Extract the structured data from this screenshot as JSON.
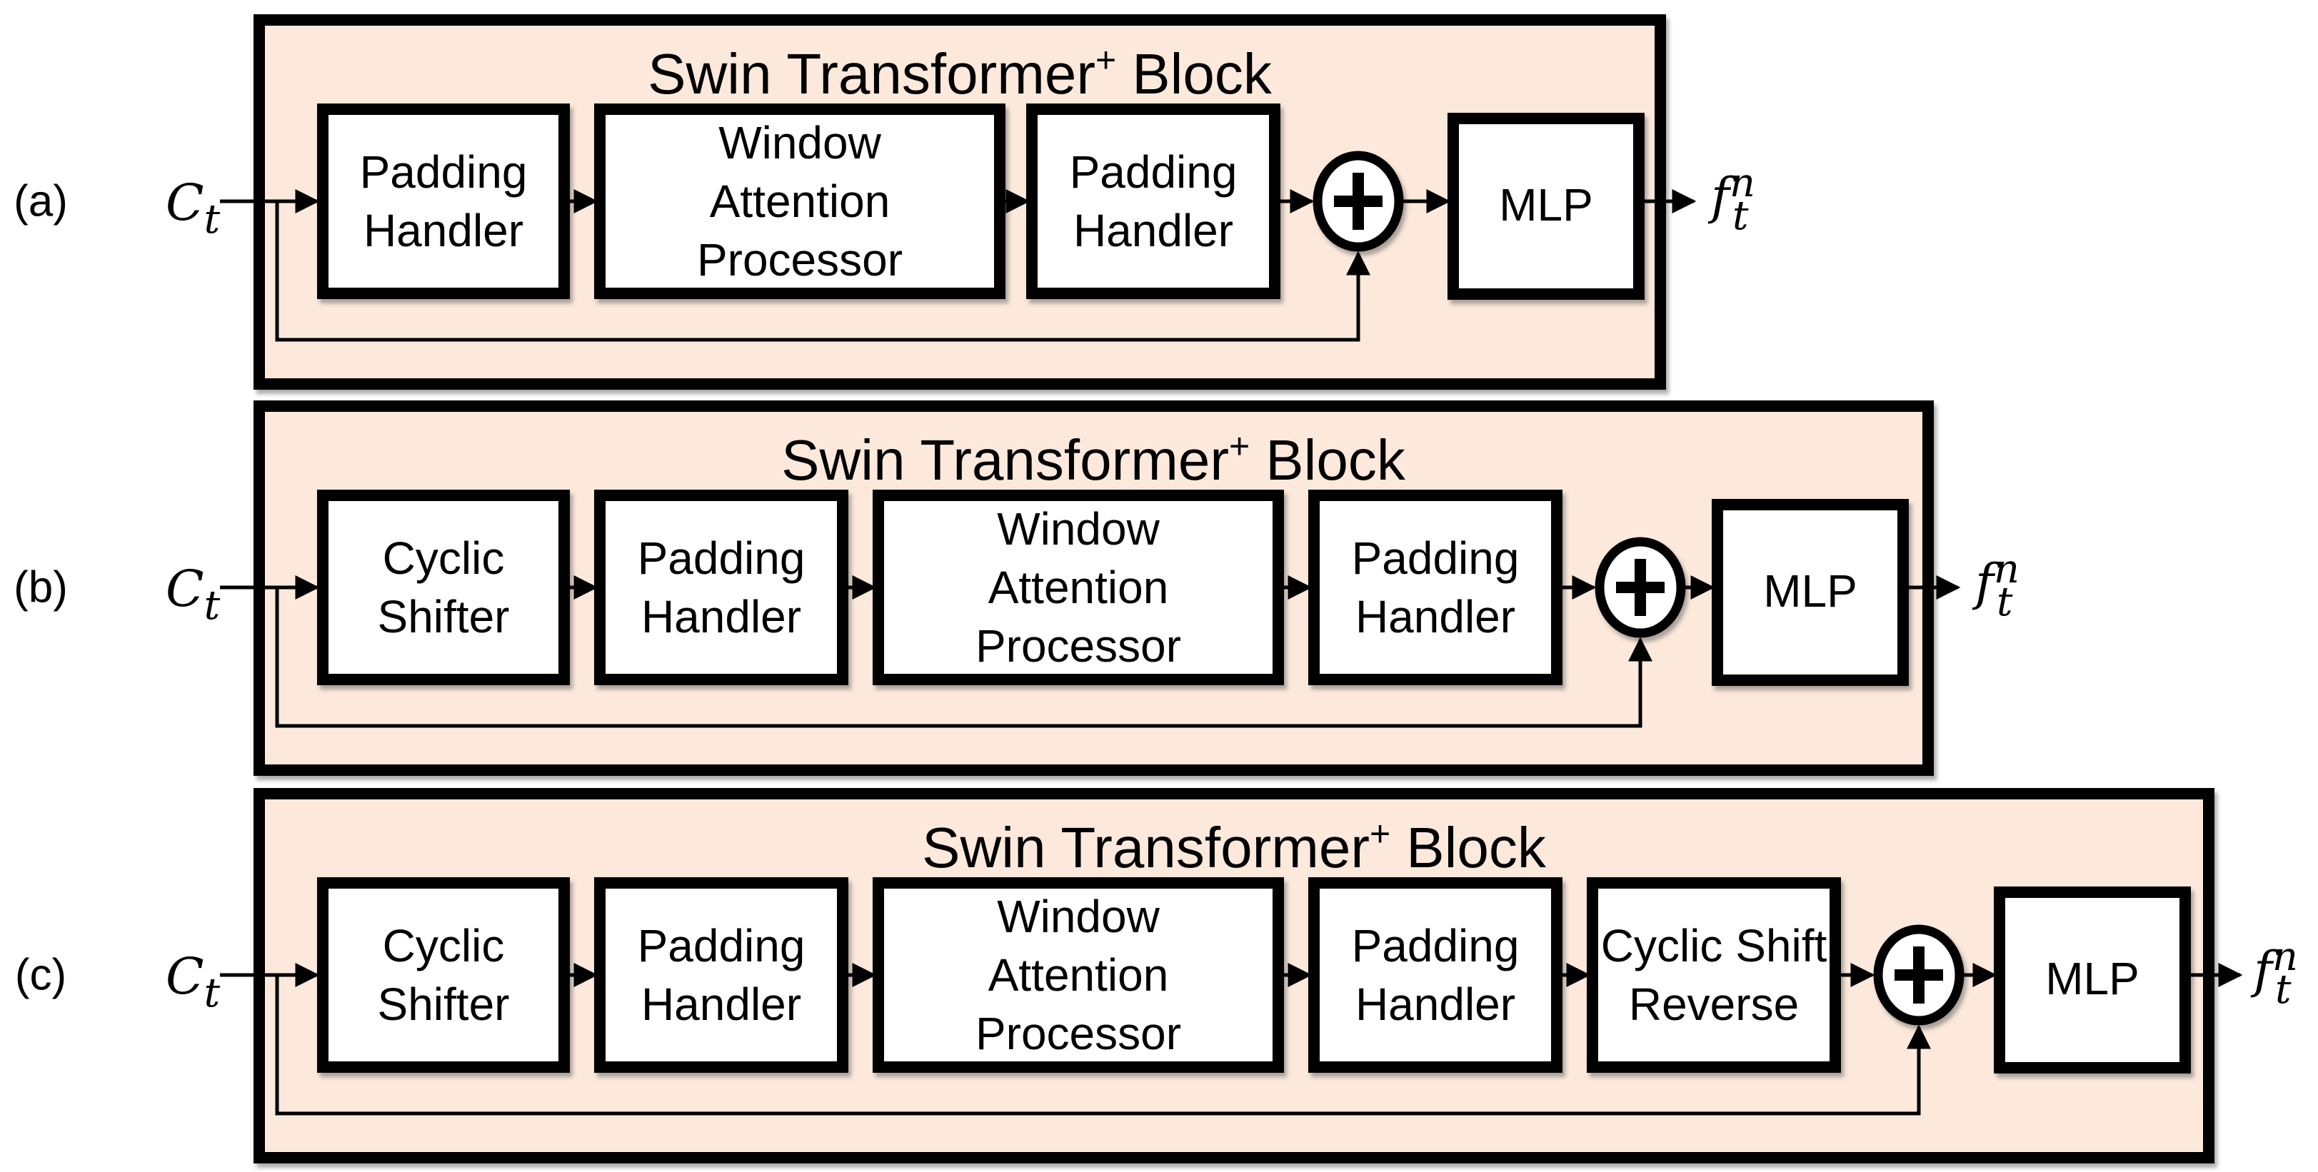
{
  "figure": {
    "description": "Three variants of the Swin Transformer+ Block pipeline",
    "block_title": {
      "prefix": "Swin Transformer",
      "sup": "+",
      "suffix": "Block"
    }
  },
  "colors": {
    "canvas": "#FFFFFF",
    "block_fill": "#FCE9DB",
    "box_fill": "#FFFFFF",
    "stroke": "#000000"
  },
  "symbols": {
    "input": {
      "base": "C",
      "sub": "t"
    },
    "output": {
      "base": "f",
      "sup": "n",
      "sub": "t"
    },
    "adder": "+"
  },
  "rows": [
    {
      "label": "(a)",
      "boxes": [
        [
          "Padding",
          "Handler"
        ],
        [
          "Window",
          "Attention",
          "Processor"
        ],
        [
          "Padding",
          "Handler"
        ]
      ],
      "mlp": "MLP"
    },
    {
      "label": "(b)",
      "boxes": [
        [
          "Cyclic",
          "Shifter"
        ],
        [
          "Padding",
          "Handler"
        ],
        [
          "Window",
          "Attention",
          "Processor"
        ],
        [
          "Padding",
          "Handler"
        ]
      ],
      "mlp": "MLP"
    },
    {
      "label": "(c)",
      "boxes": [
        [
          "Cyclic",
          "Shifter"
        ],
        [
          "Padding",
          "Handler"
        ],
        [
          "Window",
          "Attention",
          "Processor"
        ],
        [
          "Padding",
          "Handler"
        ],
        [
          "Cyclic Shift",
          "Reverse"
        ]
      ],
      "mlp": "MLP"
    }
  ]
}
